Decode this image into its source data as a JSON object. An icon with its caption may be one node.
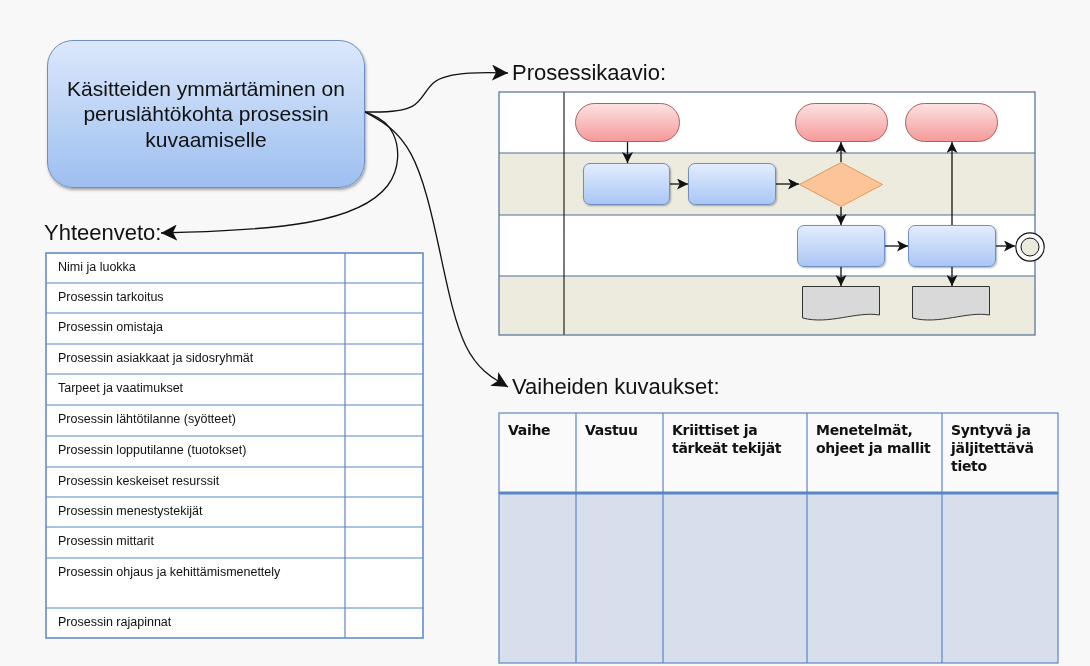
{
  "diagram": {
    "nodes": [
      {
        "text": [
          "Käsitteiden ymmärtäminen on peruslähtökohta prosessin kuvaamiselle"
        ]
      },
      {
        "text": [
          "Prosessikaavio:"
        ]
      },
      {
        "text": [
          "Yhteenveto:"
        ]
      },
      {
        "text": [
          "Vaiheiden kuvaukset:"
        ]
      },
      {
        "text": [],
        "shape": "box"
      },
      {
        "text": [],
        "shape": "box"
      },
      {
        "text": [],
        "shape": "box"
      },
      {
        "text": [],
        "shape": "box"
      },
      {
        "text": [],
        "shape": "box"
      },
      {
        "text": [],
        "shape": "diamond"
      },
      {
        "text": [],
        "shape": "box"
      },
      {
        "text": [],
        "shape": "box"
      },
      {
        "text": [],
        "shape": "circle"
      },
      {
        "text": [],
        "shape": "document"
      },
      {
        "text": [],
        "shape": "document"
      }
    ],
    "edges": [
      {
        "from": 0,
        "to": 1,
        "arrow": "to"
      },
      {
        "from": 0,
        "to": 2,
        "arrow": "to"
      },
      {
        "from": 0,
        "to": 3,
        "arrow": "to"
      },
      {
        "from": 4,
        "to": 7,
        "arrow": "to"
      },
      {
        "from": 7,
        "to": 8,
        "arrow": "to"
      },
      {
        "from": 8,
        "to": 9,
        "arrow": "to"
      },
      {
        "from": 9,
        "to": 5,
        "arrow": "to"
      },
      {
        "from": 9,
        "to": 10,
        "arrow": "to"
      },
      {
        "from": 10,
        "to": 11,
        "arrow": "to"
      },
      {
        "from": 11,
        "to": 6,
        "arrow": "to"
      },
      {
        "from": 11,
        "to": 12,
        "arrow": "to"
      },
      {
        "from": 10,
        "to": 13,
        "arrow": "to"
      },
      {
        "from": 11,
        "to": 14,
        "arrow": "to"
      }
    ],
    "labels": [
      "Nimi ja luokka",
      "Prosessin tarkoitus",
      "Prosessin omistaja",
      "Prosessin asiakkaat ja sidosryhmät",
      "Tarpeet ja vaatimukset",
      "Prosessin lähtötilanne (syötteet)",
      "Prosessin lopputilanne (tuotokset)",
      "Prosessin keskeiset resurssit",
      "Prosessin menestystekijät",
      "Prosessin mittarit",
      "Prosessin ohjaus ja kehittämismenettely",
      "Prosessin rajapinnat",
      "Vaihe",
      "Vastuu",
      "Kriittiset ja tärkeät tekijät",
      "Menetelmät, ohjeet ja mallit",
      "Syntyvä ja jäljitettävä tieto"
    ]
  }
}
